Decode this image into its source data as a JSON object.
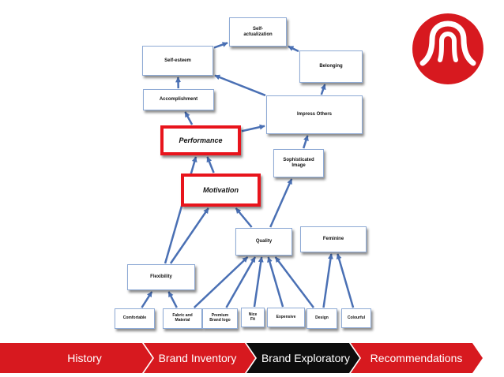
{
  "diagram": {
    "nodes": {
      "self_actualization": "Self-\nactualization",
      "self_esteem": "Self-esteem",
      "belonging": "Belonging",
      "accomplishment": "Accomplishment",
      "impress_others": "Impress Others",
      "performance": "Performance",
      "sophisticated_image": "Sophisticated\nImage",
      "motivation": "Motivation",
      "quality": "Quality",
      "feminine": "Feminine",
      "flexibility": "Flexibility",
      "comfortable": "Comfortable",
      "fabric_and_material": "Fabric and\nMaterial",
      "premium_brand_logo": "Premium\nBrand logo",
      "nice_fit": "Nice\nFit",
      "expensive": "Expensive",
      "design": "Design",
      "colourful": "Colourful"
    },
    "highlighted": [
      "performance",
      "motivation"
    ],
    "edges": [
      [
        "self_esteem",
        "self_actualization"
      ],
      [
        "belonging",
        "self_actualization"
      ],
      [
        "accomplishment",
        "self_esteem"
      ],
      [
        "impress_others",
        "self_esteem"
      ],
      [
        "impress_others",
        "belonging"
      ],
      [
        "performance",
        "accomplishment"
      ],
      [
        "performance",
        "impress_others"
      ],
      [
        "sophisticated_image",
        "impress_others"
      ],
      [
        "motivation",
        "performance"
      ],
      [
        "quality",
        "motivation"
      ],
      [
        "quality",
        "sophisticated_image"
      ],
      [
        "flexibility",
        "performance"
      ],
      [
        "flexibility",
        "motivation"
      ],
      [
        "comfortable",
        "flexibility"
      ],
      [
        "fabric_and_material",
        "flexibility"
      ],
      [
        "fabric_and_material",
        "quality"
      ],
      [
        "premium_brand_logo",
        "quality"
      ],
      [
        "nice_fit",
        "quality"
      ],
      [
        "expensive",
        "quality"
      ],
      [
        "design",
        "quality"
      ],
      [
        "design",
        "feminine"
      ],
      [
        "colourful",
        "feminine"
      ]
    ]
  },
  "navigation": {
    "steps": [
      "History",
      "Brand Inventory",
      "Brand Exploratory",
      "Recommendations"
    ],
    "active": "Brand Exploratory"
  },
  "colors": {
    "accent_red": "#e8141c",
    "nav_red": "#d7191f",
    "nav_active": "#0d0d0d",
    "arrow": "#4a70b4",
    "box_border": "#8eaad5"
  },
  "logo": {
    "icon": "lululemon-logo-icon"
  }
}
